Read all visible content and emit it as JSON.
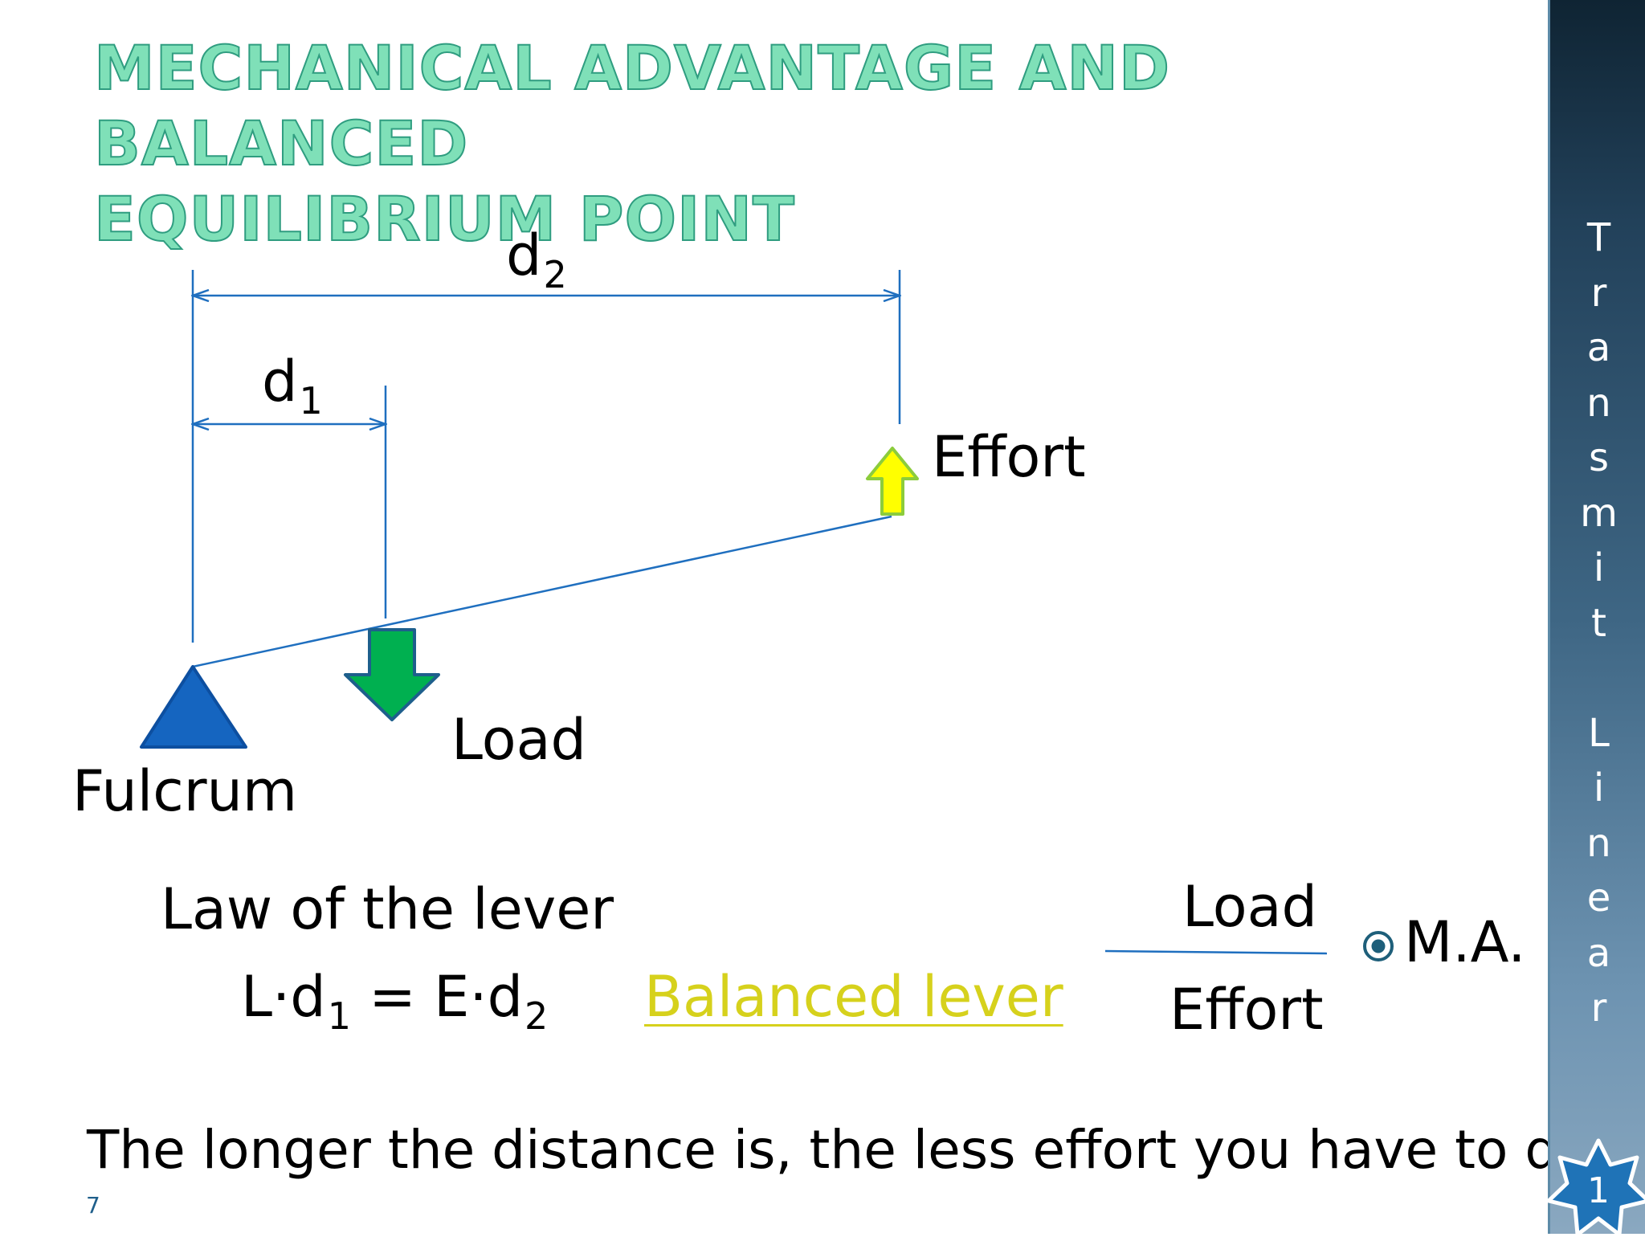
{
  "slide": {
    "title_line1": "Mechanical Advantage and Balanced",
    "title_line2": "equilibrium point",
    "page_number": "7"
  },
  "diagram": {
    "d2_label": "d",
    "d2_sub": "2",
    "d1_label": "d",
    "d1_sub": "1",
    "effort_label": "Effort",
    "load_label": "Load",
    "fulcrum_label": "Fulcrum"
  },
  "law": {
    "heading": "Law of the lever",
    "eq_L": "L·d",
    "eq_sub1": "1",
    "eq_mid": " = E·d",
    "eq_sub2": "2",
    "link_text": "Balanced lever"
  },
  "ma": {
    "numerator": "Load",
    "denominator": "Effort",
    "label": "M.A."
  },
  "footer_statement": "The longer the distance is, the less effort you have to do",
  "sidebar": {
    "vertical_text": [
      "T",
      "r",
      "a",
      "n",
      "s",
      "m",
      "i",
      "t",
      "",
      "L",
      "i",
      "n",
      "e",
      "a",
      "r"
    ],
    "badge_number": "1"
  },
  "colors": {
    "accent_line": "#1f6fbf",
    "fulcrum": "#1565c0",
    "load_arrow": "#00b050",
    "effort_arrow": "#ffff00",
    "link": "#d6d11c"
  }
}
